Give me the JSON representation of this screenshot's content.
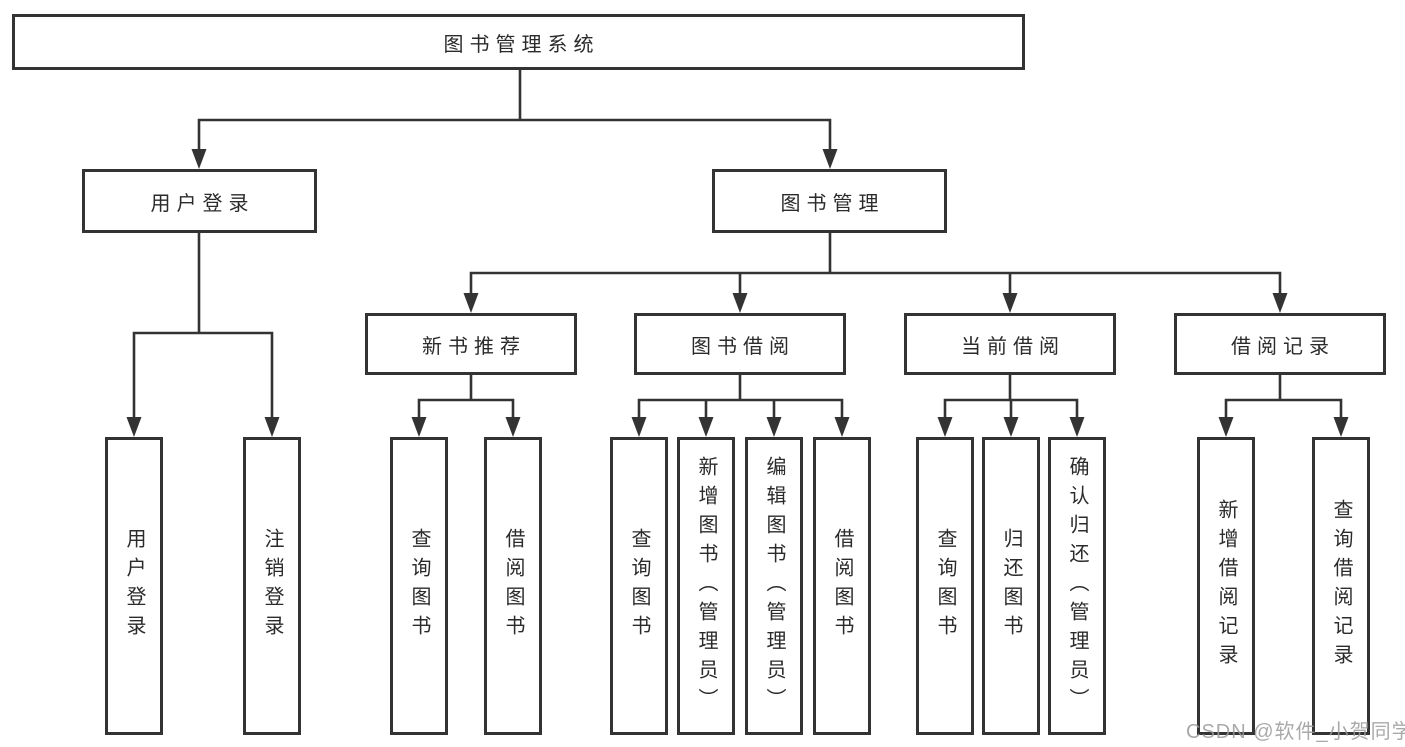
{
  "diagram": {
    "tree": {
      "label": "图书管理系统",
      "children": [
        {
          "label": "用户登录",
          "children": [
            {
              "label": "用户登录"
            },
            {
              "label": "注销登录"
            }
          ]
        },
        {
          "label": "图书管理",
          "children": [
            {
              "label": "新书推荐",
              "children": [
                {
                  "label": "查询图书"
                },
                {
                  "label": "借阅图书"
                }
              ]
            },
            {
              "label": "图书借阅",
              "children": [
                {
                  "label": "查询图书"
                },
                {
                  "label": "新增图书（管理员）"
                },
                {
                  "label": "编辑图书（管理员）"
                },
                {
                  "label": "借阅图书"
                }
              ]
            },
            {
              "label": "当前借阅",
              "children": [
                {
                  "label": "查询图书"
                },
                {
                  "label": "归还图书"
                },
                {
                  "label": "确认归还（管理员）"
                }
              ]
            },
            {
              "label": "借阅记录",
              "children": [
                {
                  "label": "新增借阅记录"
                },
                {
                  "label": "查询借阅记录"
                }
              ]
            }
          ]
        }
      ]
    },
    "watermark": "CSDN @软件_小贺同学",
    "colors": {
      "line": "#333333",
      "box_fill": "#ffffff",
      "text": "#2b2b2b",
      "watermark": "#9a9a9a",
      "background": "#ffffff"
    }
  }
}
